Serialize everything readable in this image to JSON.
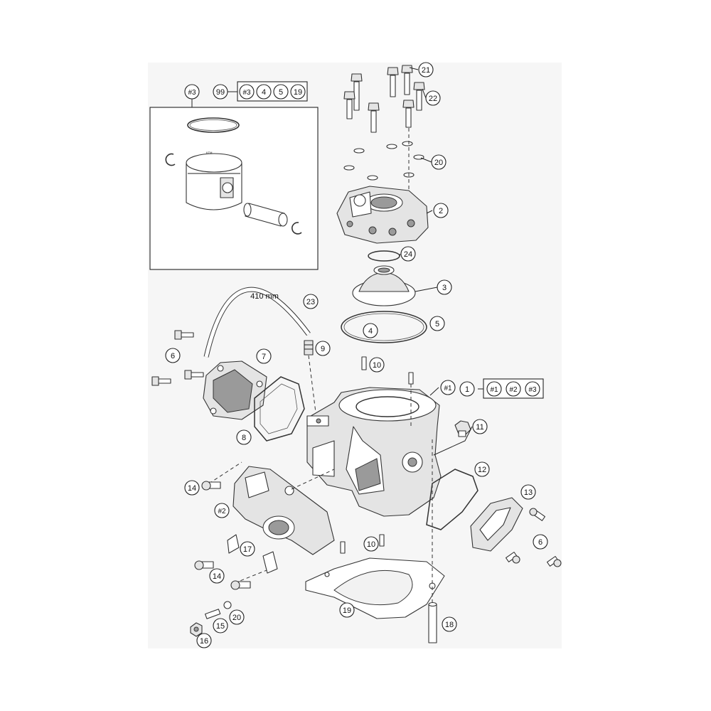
{
  "diagram": {
    "callouts": {
      "c1": "1",
      "c2": "2",
      "c3": "3",
      "c4": "4",
      "c5": "5",
      "c6a": "6",
      "c6b": "6",
      "c7": "7",
      "c8": "8",
      "c9": "9",
      "c10a": "10",
      "c10b": "10",
      "c11": "11",
      "c12": "12",
      "c13": "13",
      "c14a": "14",
      "c14b": "14",
      "c15": "15",
      "c16": "16",
      "c17": "17",
      "c18": "18",
      "c19": "19",
      "c20a": "20",
      "c20b": "20",
      "c21": "21",
      "c22": "22",
      "c23": "23",
      "c24": "24",
      "h1": "#1",
      "h2": "#2",
      "h3": "#3"
    },
    "kit_99": {
      "label": "99",
      "items": [
        "#3",
        "4",
        "5",
        "19"
      ]
    },
    "kit_1": {
      "label": "1",
      "items": [
        "#1",
        "#2",
        "#3"
      ]
    },
    "hose_length": "410 mm"
  }
}
